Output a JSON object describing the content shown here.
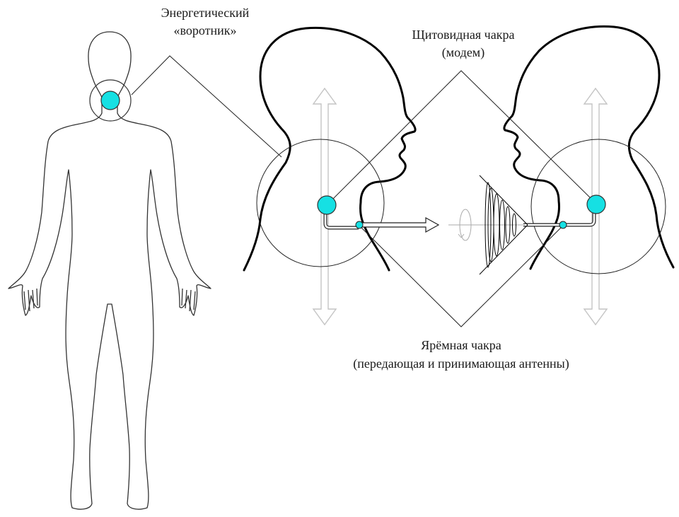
{
  "labels": {
    "collar_line1": "Энергетический",
    "collar_line2": "«воротник»",
    "thyroid_line1": "Щитовидная чакра",
    "thyroid_line2": "(модем)",
    "jugular_line1": "Ярёмная чакра",
    "jugular_line2": "(передающая и принимающая антенны)"
  },
  "colors": {
    "chakra_fill": "#16e0e3",
    "outline": "#000000",
    "thin_line": "#222222",
    "arrow_gray": "#c8c8c8"
  },
  "icons": [
    "human-body-outline",
    "head-profile",
    "chakra-dot",
    "up-down-arrow",
    "signal-arrow",
    "rotation-symbol",
    "antenna-cone"
  ]
}
